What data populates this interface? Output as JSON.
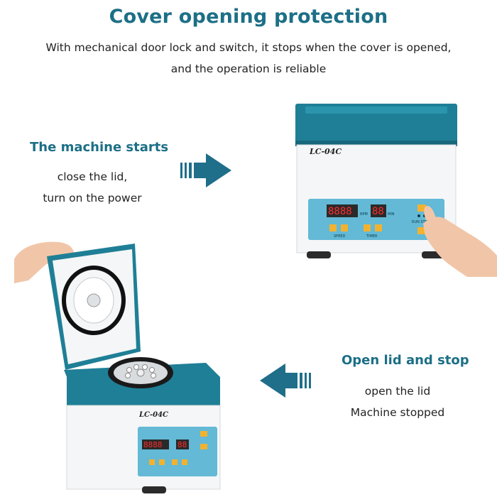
{
  "header": {
    "title": "Cover opening protection",
    "line1": "With mechanical door lock and switch, it stops when the cover is opened,",
    "line2": "and the operation is reliable"
  },
  "left_block": {
    "heading": "The machine starts",
    "line1": "close the lid,",
    "line2": "turn on the power"
  },
  "right_block": {
    "heading": "Open lid and stop",
    "line1": "open the lid",
    "line2": "Machine stopped"
  },
  "machine_top": {
    "model": "LC-04C",
    "display_speed": "8888",
    "display_time": "88",
    "unit_rpm": "RPM",
    "unit_min": "MIN",
    "label_speed": "SPEED",
    "label_timer": "TIMER",
    "label_runstop": "RUN  STOP"
  },
  "machine_bottom": {
    "model": "LC-04C",
    "display_speed": "8888",
    "display_time": "88"
  },
  "colors": {
    "accent": "#1c6f86",
    "machine_teal": "#1f7f96",
    "panel": "#63b9d6",
    "button": "#f2b230",
    "display": "#8a1020"
  }
}
